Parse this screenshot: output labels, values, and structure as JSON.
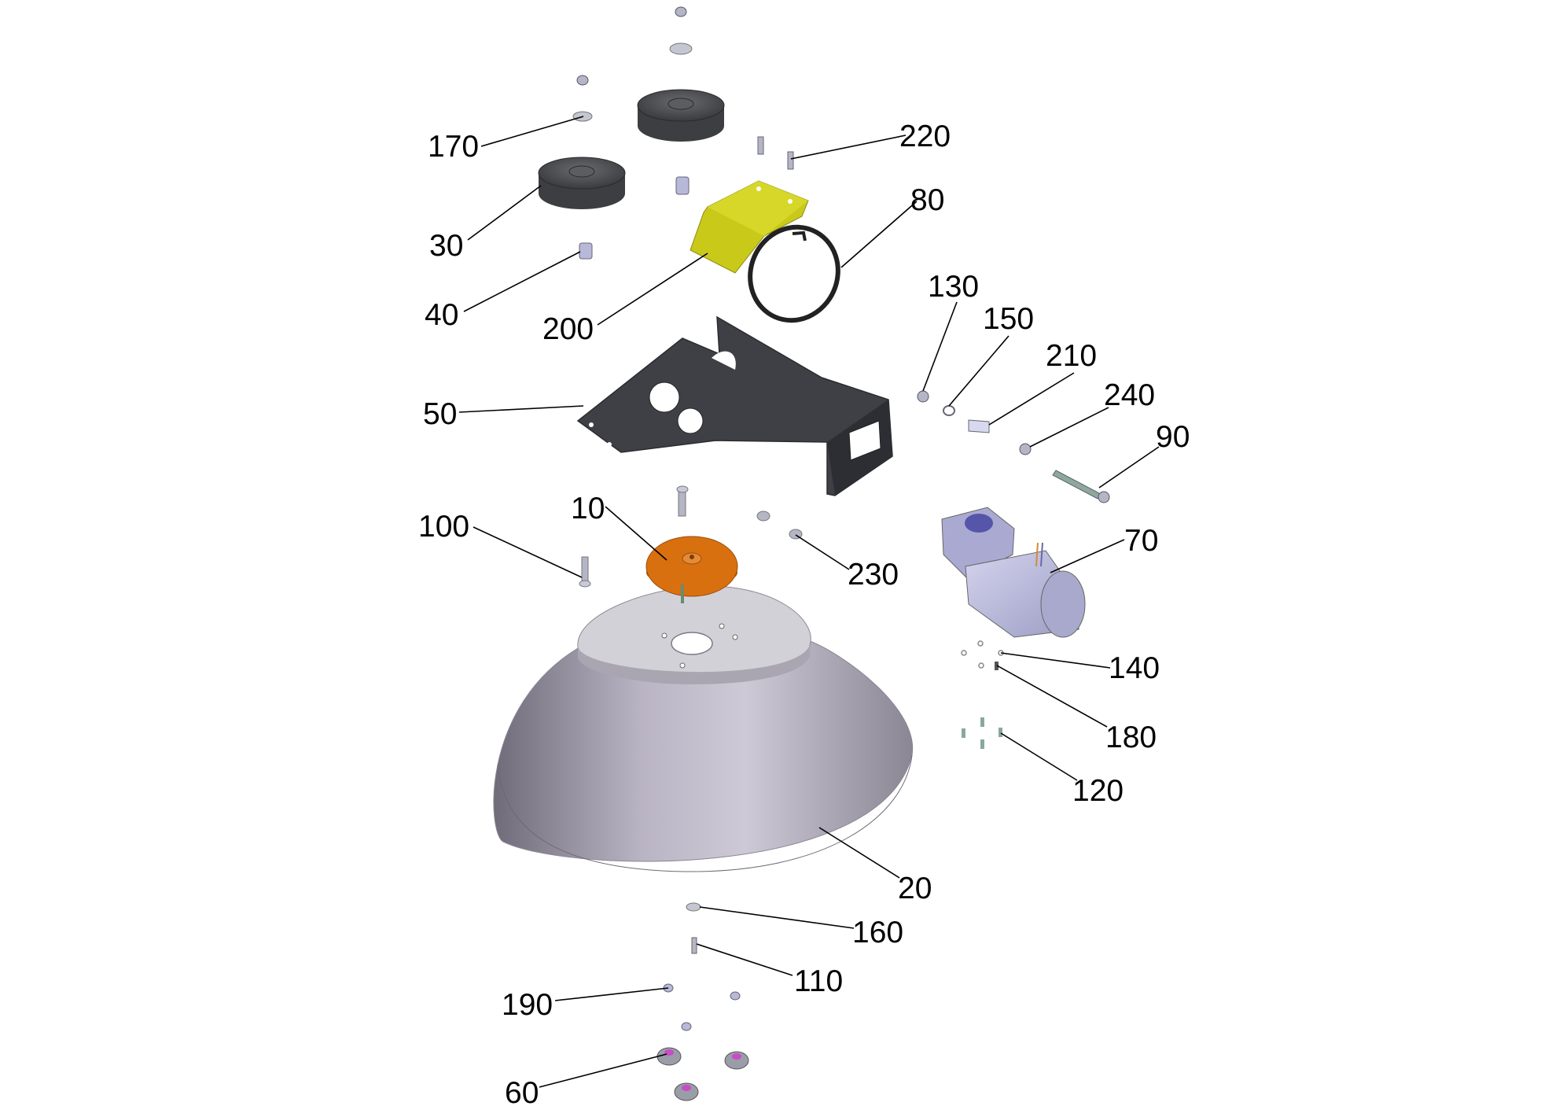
{
  "diagram": {
    "type": "exploded-assembly",
    "colors": {
      "frame": "#3f4046",
      "frame_dark": "#2d2e33",
      "shade": "#bcb6c6",
      "shade_dark": "#77737f",
      "plate_top": "#d2d0d6",
      "bracket": "#c9c91a",
      "flange": "#d9700f",
      "motor": "#bcbce0",
      "wheel": "#55565a",
      "hardware": "#b4b6c6",
      "leader": "#000000",
      "label": "#000000"
    },
    "callouts": [
      {
        "id": "10",
        "text": "10"
      },
      {
        "id": "20",
        "text": "20"
      },
      {
        "id": "30",
        "text": "30"
      },
      {
        "id": "40",
        "text": "40"
      },
      {
        "id": "50",
        "text": "50"
      },
      {
        "id": "60",
        "text": "60"
      },
      {
        "id": "70",
        "text": "70"
      },
      {
        "id": "80",
        "text": "80"
      },
      {
        "id": "90",
        "text": "90"
      },
      {
        "id": "100",
        "text": "100"
      },
      {
        "id": "110",
        "text": "110"
      },
      {
        "id": "120",
        "text": "120"
      },
      {
        "id": "130",
        "text": "130"
      },
      {
        "id": "140",
        "text": "140"
      },
      {
        "id": "150",
        "text": "150"
      },
      {
        "id": "160",
        "text": "160"
      },
      {
        "id": "170",
        "text": "170"
      },
      {
        "id": "180",
        "text": "180"
      },
      {
        "id": "190",
        "text": "190"
      },
      {
        "id": "200",
        "text": "200"
      },
      {
        "id": "210",
        "text": "210"
      },
      {
        "id": "220",
        "text": "220"
      },
      {
        "id": "230",
        "text": "230"
      },
      {
        "id": "240",
        "text": "240"
      }
    ]
  }
}
